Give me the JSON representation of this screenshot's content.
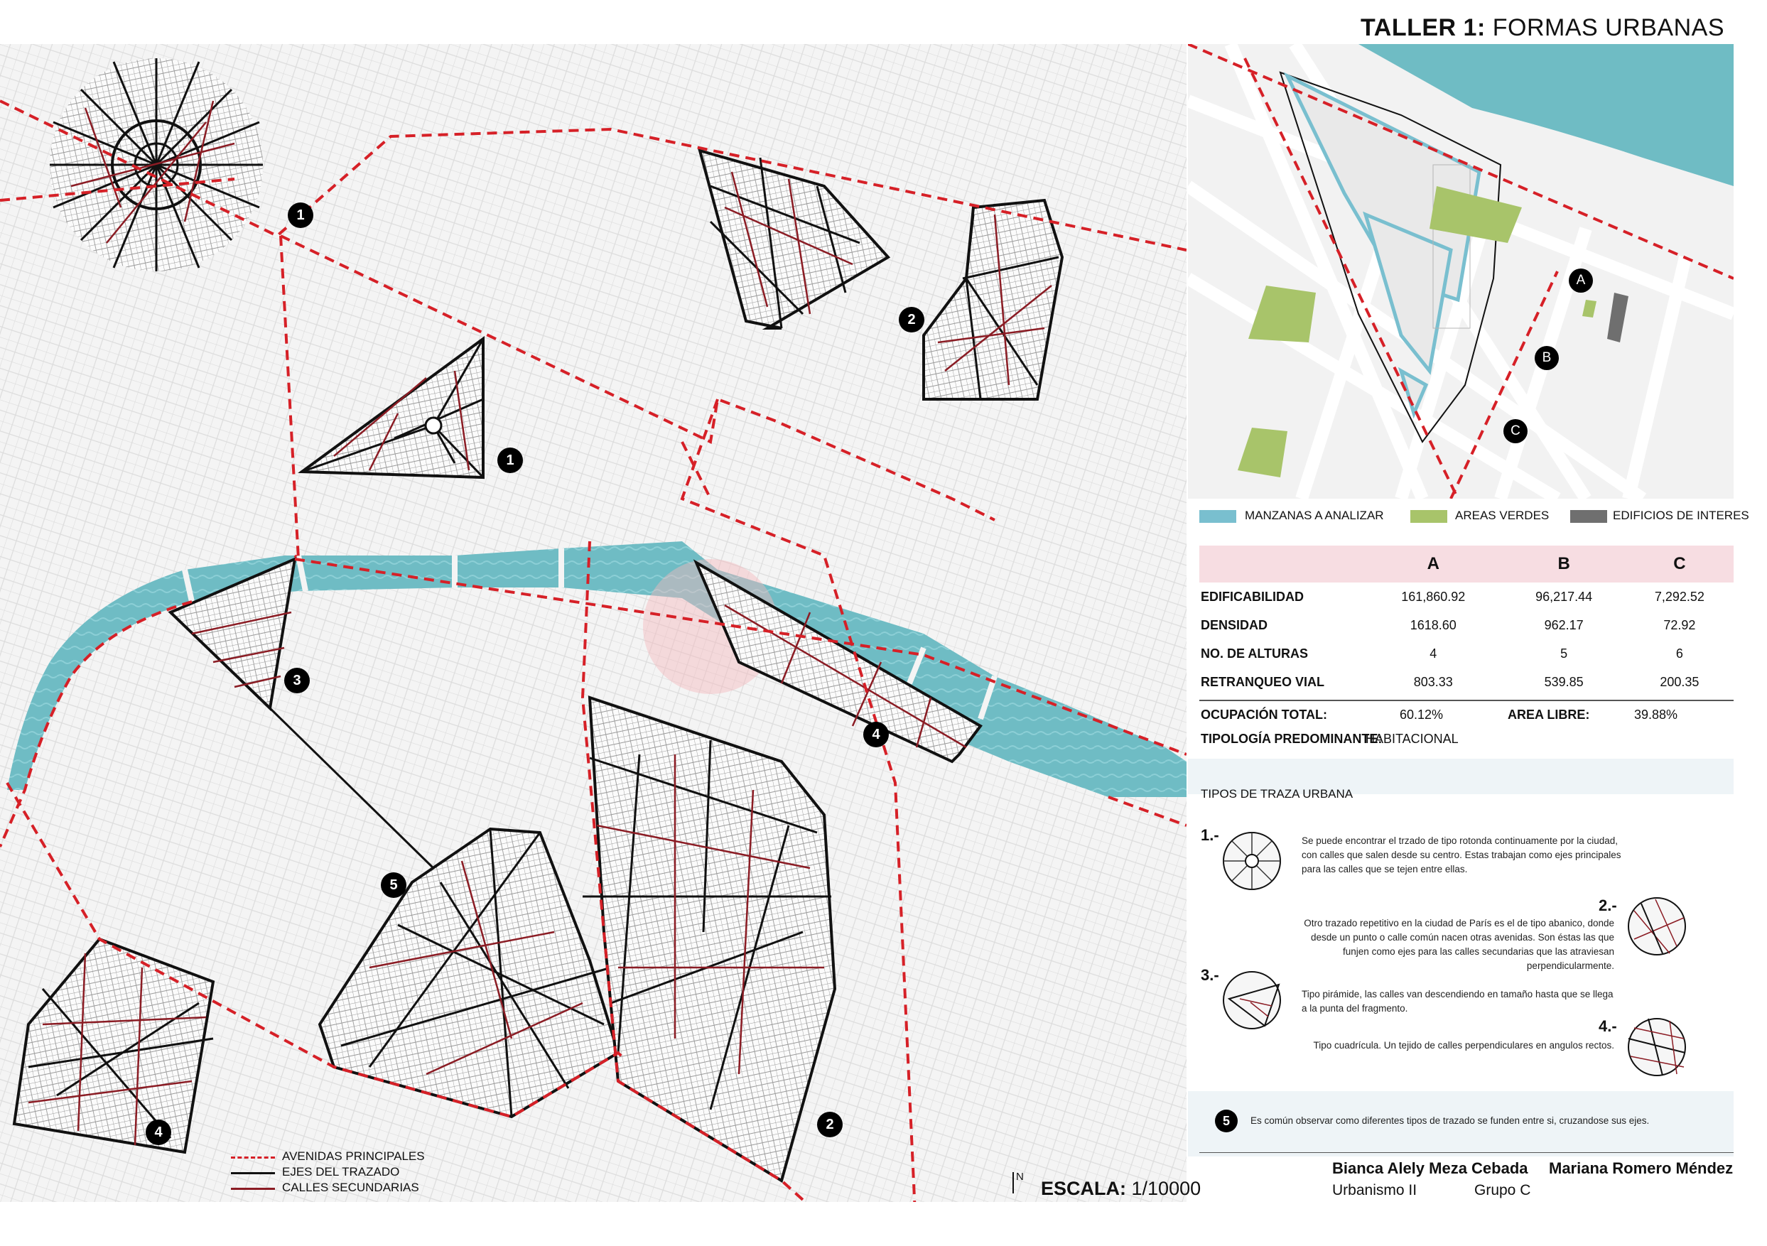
{
  "title": {
    "bold": "TALLER 1:",
    "rest": "FORMAS URBANAS"
  },
  "map": {
    "markers": [
      "1",
      "1",
      "2",
      "2",
      "3",
      "4",
      "4",
      "5"
    ],
    "legend": [
      {
        "label": "AVENIDAS PRINCIPALES",
        "color": "#d62027",
        "style": "dashed"
      },
      {
        "label": "EJES DEL TRAZADO",
        "color": "#111111",
        "style": "solid"
      },
      {
        "label": "CALLES SECUNDARIAS",
        "color": "#8b1c24",
        "style": "solid"
      }
    ],
    "north": "N",
    "scale_label": "ESCALA:",
    "scale_value": "1/10000"
  },
  "inset": {
    "markers": [
      "A",
      "B",
      "C"
    ],
    "legend": [
      {
        "label": "MANZANAS A ANALIZAR",
        "color": "#79bfcf"
      },
      {
        "label": "AREAS VERDES",
        "color": "#a8c46a"
      },
      {
        "label": "EDIFICIOS DE INTERES",
        "color": "#6f6f6f"
      }
    ]
  },
  "metrics": {
    "columns": [
      "A",
      "B",
      "C"
    ],
    "rows": [
      {
        "label": "EDIFICABILIDAD",
        "values": [
          "161,860.92",
          "96,217.44",
          "7,292.52"
        ]
      },
      {
        "label": "DENSIDAD",
        "values": [
          "1618.60",
          "962.17",
          "72.92"
        ]
      },
      {
        "label": "NO. DE ALTURAS",
        "values": [
          "4",
          "5",
          "6"
        ]
      },
      {
        "label": "RETRANQUEO VIAL",
        "values": [
          "803.33",
          "539.85",
          "200.35"
        ]
      }
    ],
    "ocupacion_label": "OCUPACIÓN TOTAL:",
    "ocupacion_value": "60.12%",
    "area_libre_label": "AREA LIBRE:",
    "area_libre_value": "39.88%",
    "tipologia_label": "TIPOLOGÍA PREDOMINANTE:",
    "tipologia_value": "HABITACIONAL"
  },
  "trazas": {
    "heading": "TIPOS DE TRAZA URBANA",
    "items": [
      {
        "num": "1.-",
        "text": "Se puede encontrar el trzado de tipo rotonda continuamente por la ciudad, con calles que salen desde su centro. Estas trabajan como ejes principales para las calles que se tejen entre ellas."
      },
      {
        "num": "2.-",
        "text": "Otro trazado repetitivo en la ciudad de París es el de tipo abanico, donde desde un punto o calle común nacen otras avenidas. Son éstas las que funjen como ejes para las calles secundarias que las atraviesan perpendicularmente."
      },
      {
        "num": "3.-",
        "text": "Tipo pirámide, las calles van descendiendo en tamaño hasta que se llega a la punta del fragmento."
      },
      {
        "num": "4.-",
        "text": "Tipo cuadrícula. Un tejido de calles perpendiculares en angulos rectos."
      }
    ],
    "five_num": "5",
    "five_text": "Es común observar como diferentes tipos de trazado se funden entre si, cruzandose sus ejes."
  },
  "authors": {
    "name1": "Bianca Alely Meza Cebada",
    "name2": "Mariana Romero Méndez",
    "course": "Urbanismo II",
    "group": "Grupo C"
  }
}
